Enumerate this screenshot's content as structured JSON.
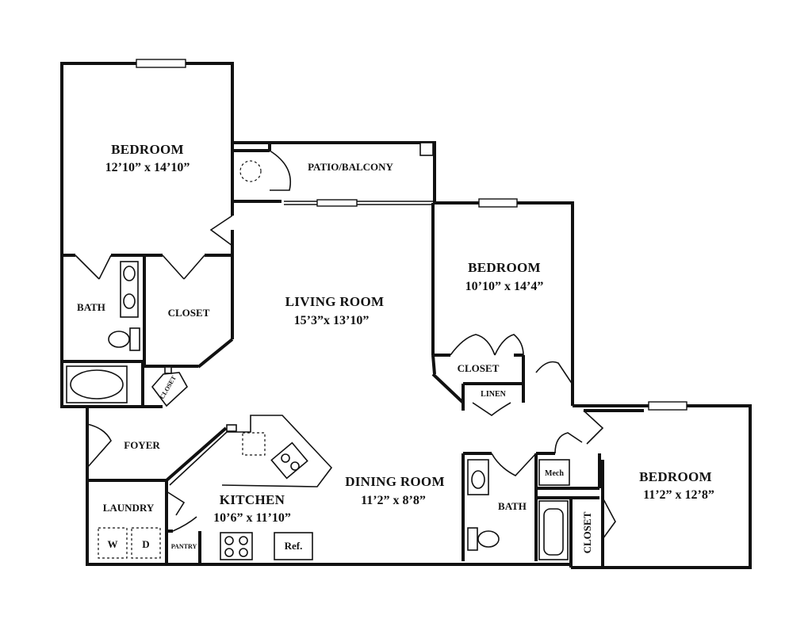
{
  "rooms": {
    "bedroom1": {
      "name": "BEDROOM",
      "dims": "12’10” x 14’10”"
    },
    "patio": {
      "name": "PATIO/BALCONY"
    },
    "living": {
      "name": "LIVING ROOM",
      "dims": "15’3”x 13’10”"
    },
    "bath1": {
      "name": "BATH"
    },
    "closet1": {
      "name": "CLOSET"
    },
    "closet_small": {
      "name": "CLOSET"
    },
    "bedroom2": {
      "name": "BEDROOM",
      "dims": "10’10” x 14’4”"
    },
    "closet2": {
      "name": "CLOSET"
    },
    "linen": {
      "name": "LINEN"
    },
    "foyer": {
      "name": "FOYER"
    },
    "laundry": {
      "name": "LAUNDRY",
      "washer": "W",
      "dryer": "D"
    },
    "kitchen": {
      "name": "KITCHEN",
      "dims": "10’6” x 11’10”",
      "pantry": "PANTRY",
      "fridge": "Ref."
    },
    "dining": {
      "name": "DINING ROOM",
      "dims": "11’2” x 8’8”"
    },
    "bath2": {
      "name": "BATH"
    },
    "mech": {
      "name": "Mech"
    },
    "bedroom3": {
      "name": "BEDROOM",
      "dims": "11’2” x 12’8”"
    },
    "closet3": {
      "name": "CLOSET"
    }
  }
}
